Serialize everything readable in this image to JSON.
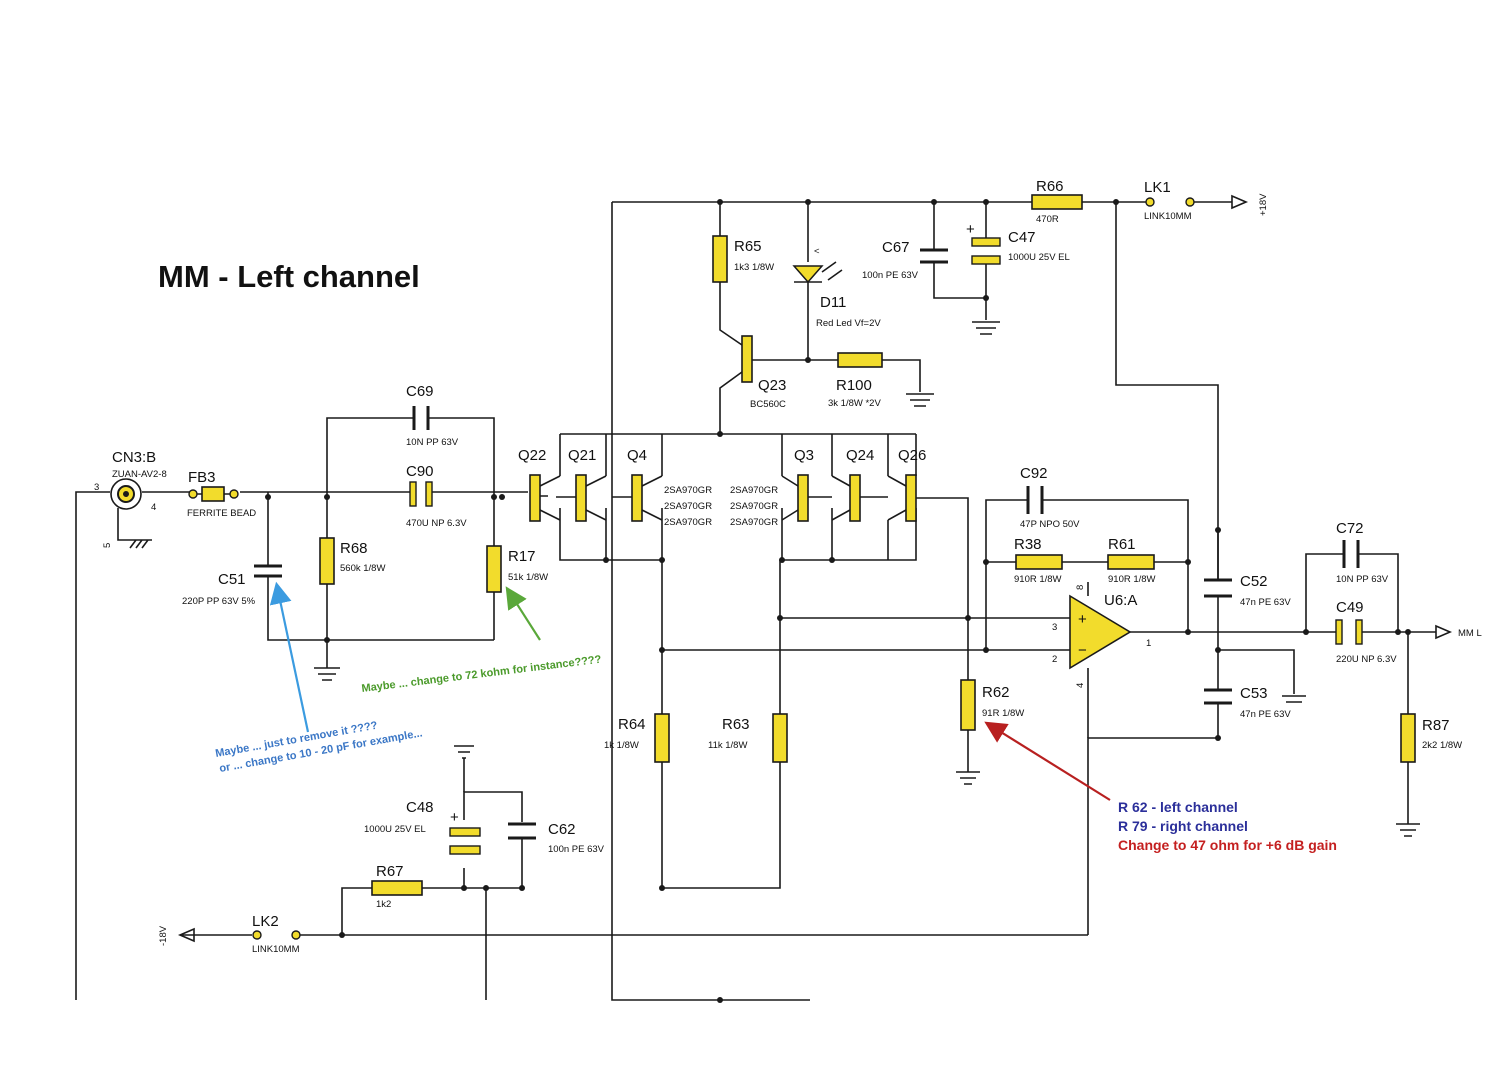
{
  "title": "MM - Left channel",
  "input": {
    "ref": "CN3:B",
    "part": "ZUAN-AV2-8",
    "pin3": "3",
    "pin4": "4",
    "pin5": "5"
  },
  "fb3": {
    "ref": "FB3",
    "value": "FERRITE BEAD"
  },
  "c51": {
    "ref": "C51",
    "value": "220P PP 63V 5%"
  },
  "r68": {
    "ref": "R68",
    "value": "560k 1/8W"
  },
  "c69": {
    "ref": "C69",
    "value": "10N PP 63V"
  },
  "c90": {
    "ref": "C90",
    "value": "470U NP 6.3V"
  },
  "r17": {
    "ref": "R17",
    "value": "51k 1/8W"
  },
  "q22": "Q22",
  "q21": "Q21",
  "q4": "Q4",
  "q3": "Q3",
  "q24": "Q24",
  "q26": "Q26",
  "transistor_part": "2SA970GR",
  "q23": {
    "ref": "Q23",
    "value": "BC560C"
  },
  "r65": {
    "ref": "R65",
    "value": "1k3 1/8W"
  },
  "d11": {
    "ref": "D11",
    "value": "Red Led Vf=2V"
  },
  "r100": {
    "ref": "R100",
    "value": "3k 1/8W *2V"
  },
  "c67": {
    "ref": "C67",
    "value": "100n PE 63V"
  },
  "c47": {
    "ref": "C47",
    "value": "1000U 25V EL"
  },
  "r66": {
    "ref": "R66",
    "value": "470R"
  },
  "lk1": {
    "ref": "LK1",
    "value": "LINK10MM"
  },
  "pos_rail": "+18V",
  "c92": {
    "ref": "C92",
    "value": "47P NPO 50V"
  },
  "r38": {
    "ref": "R38",
    "value": "910R 1/8W"
  },
  "r61": {
    "ref": "R61",
    "value": "910R 1/8W"
  },
  "u6": {
    "ref": "U6:A",
    "pin8": "8",
    "pin3": "3",
    "pin2": "2",
    "pin1": "1",
    "pin4": "4"
  },
  "c52": {
    "ref": "C52",
    "value": "47n PE 63V"
  },
  "c53": {
    "ref": "C53",
    "value": "47n PE 63V"
  },
  "c72": {
    "ref": "C72",
    "value": "10N PP 63V"
  },
  "c49": {
    "ref": "C49",
    "value": "220U NP 6.3V"
  },
  "output": "MM L",
  "r87": {
    "ref": "R87",
    "value": "2k2 1/8W"
  },
  "r62": {
    "ref": "R62",
    "value": "91R 1/8W"
  },
  "r64": {
    "ref": "R64",
    "value": "1k 1/8W"
  },
  "r63": {
    "ref": "R63",
    "value": "11k 1/8W"
  },
  "c48": {
    "ref": "C48",
    "value": "1000U 25V EL"
  },
  "c62": {
    "ref": "C62",
    "value": "100n PE 63V"
  },
  "r67": {
    "ref": "R67",
    "value": "1k2"
  },
  "lk2": {
    "ref": "LK2",
    "value": "LINK10MM"
  },
  "neg_rail": "-18V",
  "notes": {
    "c51_line1": "Maybe ... just to remove it ????",
    "c51_line2": "or ... change to 10 - 20 pF for example...",
    "r17": "Maybe ... change to 72 kohm  for instance????",
    "r62_line1": "R 62  -  left channel",
    "r62_line2": "R 79  -  right channel",
    "r62_line3": "Change to 47 ohm   for   +6 dB gain"
  },
  "colors": {
    "resistor": "#f2dc2c",
    "note_blue": "#3b77c6",
    "note_green": "#4a9a2a",
    "note_red": "#c42020",
    "note_navy": "#2b2f9a"
  }
}
